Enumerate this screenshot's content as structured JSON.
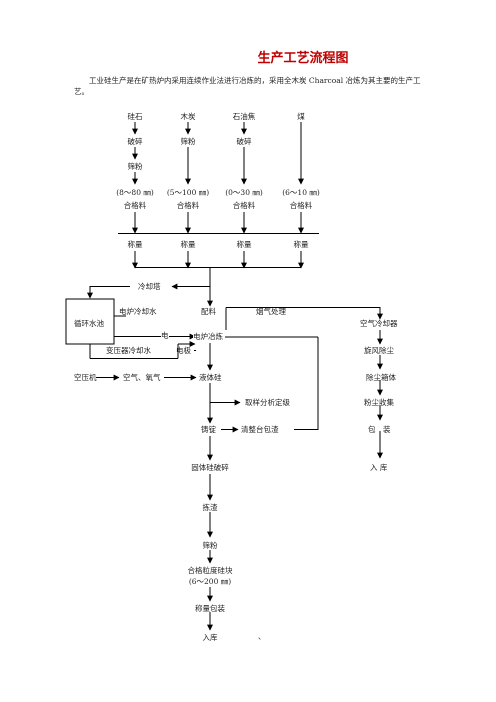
{
  "title": "生产工艺流程图",
  "intro": "工业硅生产是在矿热炉内采用连续作业法进行冶炼的，采用全木炭 Charcoal 冶炼为其主要的生产工艺。",
  "raw_materials": [
    "硅石",
    "木炭",
    "石油焦",
    "煤"
  ],
  "process_row1": [
    "破碎",
    "筛粉",
    "破碎"
  ],
  "process_row2": "筛粉",
  "sizes": [
    "(8～80 ㎜)",
    "(5～100 ㎜)",
    "(0～30 ㎜)",
    "(6～10 ㎜)"
  ],
  "qualified": [
    "合格料",
    "合格料",
    "合格料",
    "合格料"
  ],
  "weigh": [
    "称量",
    "称量",
    "称量",
    "称量"
  ],
  "cooling_tower": "冷却塔",
  "furnace_water": "电炉冷却水",
  "batching": "配料",
  "flue_gas": "烟气处理",
  "circ_pool": "循环水池",
  "electricity": "电",
  "furnace_smelting": "电炉冶炼",
  "air_cooler": "空气冷却器",
  "transformer_water": "变压器冷却水",
  "electrode": "电极",
  "cyclone": "旋风除尘",
  "air_compressor": "空压机",
  "air_oxygen": "空气、氧气",
  "liquid_si": "液体硅",
  "baghouse": "除尘箱体",
  "sampling": "取样分析定级",
  "dust_collect": "粉尘收集",
  "ingot": "铸锭",
  "cleanup": "清整台包渣",
  "packing": "包　装",
  "storage_right": "入 库",
  "solid_crush": "固体硅破碎",
  "slag_pick": "拣渣",
  "screening": "筛粉",
  "qualified_block": "合格粒度硅块",
  "block_size": "(6～200 ㎜)",
  "weigh_pack": "称量包装",
  "storage_bottom": "入库",
  "stray_mark": "、"
}
